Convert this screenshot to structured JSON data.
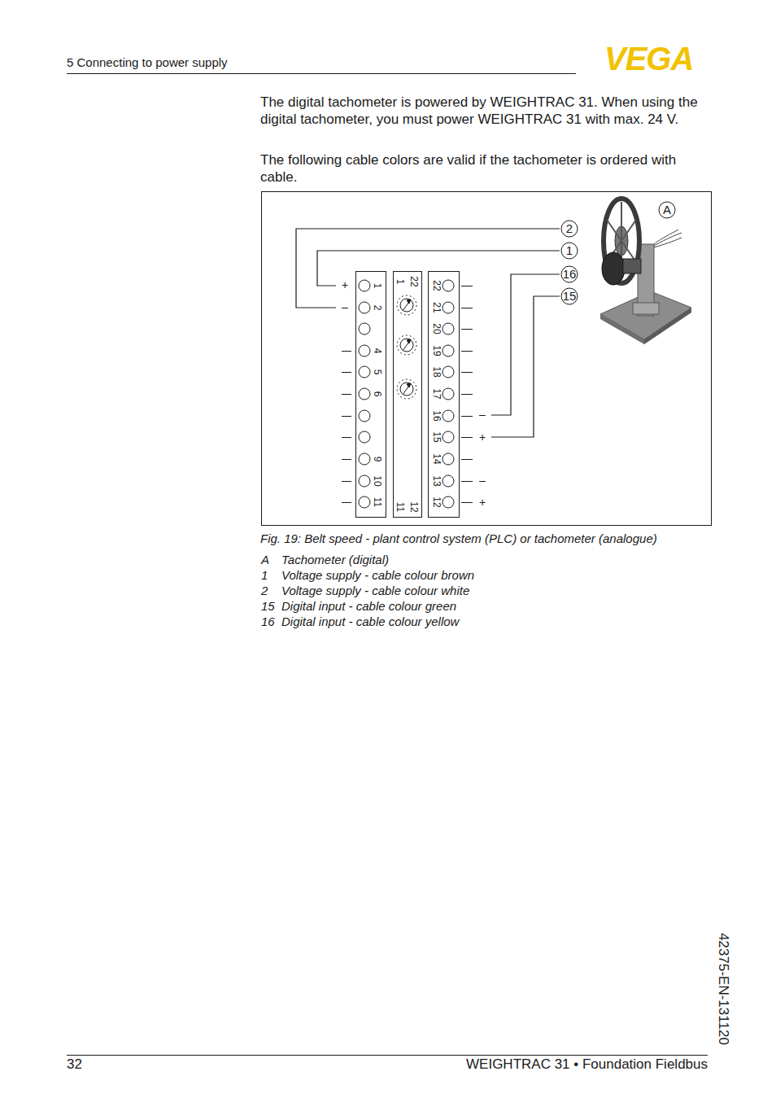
{
  "diagram": {
    "caption": "Fig. 19: Belt speed - plant control system (PLC) or tachometer (analogue)",
    "labels": [
      "5 Connecting to power supply",
      "VEGA",
      "The digital tachometer is powered by WEIGHTRAC 31. When using the digital tachometer, you must power WEIGHTRAC 31 with max. 24 V.",
      "The following cable colors are valid if the tachometer is ordered with cable.",
      "A",
      "2",
      "1",
      "16",
      "15",
      "+",
      "–",
      "1",
      "2",
      "4",
      "5",
      "6",
      "9",
      "10",
      "11",
      "22",
      "1",
      "12",
      "11",
      "22",
      "21",
      "20",
      "19",
      "18",
      "17",
      "16",
      "15",
      "14",
      "13",
      "12",
      "–",
      "+",
      "–",
      "+",
      "A",
      "Tachometer (digital)",
      "1",
      "Voltage supply - cable colour brown",
      "2",
      "Voltage supply - cable colour white",
      "15",
      "Digital input - cable colour green",
      "16",
      "Digital input - cable colour yellow",
      "32",
      "WEIGHTRAC 31 • Foundation Fieldbus",
      "42375-EN-131120"
    ]
  }
}
